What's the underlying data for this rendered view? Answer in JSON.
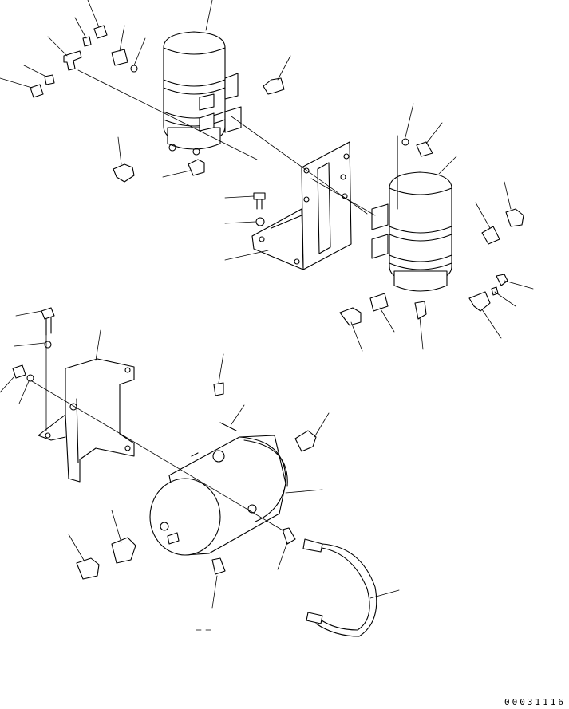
{
  "drawing": {
    "number": "00031116",
    "stroke_color": "#000000",
    "background_color": "#ffffff"
  },
  "parts": {
    "upper_dryer": "cylinder-with-band",
    "right_dryer": "cylinder-with-band",
    "mount_bracket": "angle-bracket",
    "tank_bracket": "bent-bracket",
    "air_tank": "horizontal-tank",
    "hose": "u-hose"
  }
}
